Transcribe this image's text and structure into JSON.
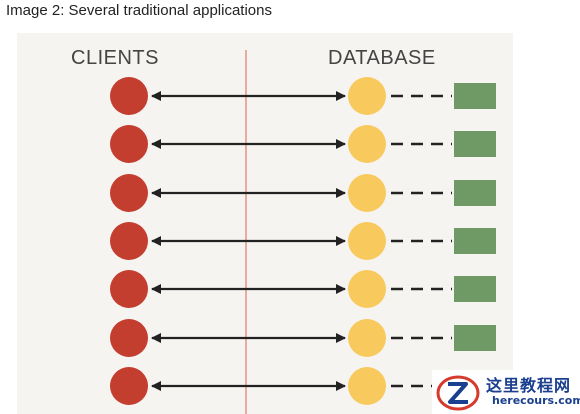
{
  "caption": "Image 2: Several traditional applications",
  "diagram": {
    "left_header": "CLIENTS",
    "right_header": "DATABASE",
    "connection_count": 7,
    "colors": {
      "client": "#c43e2f",
      "database_node": "#f8c95c",
      "storage": "#6f9a66",
      "arrow": "#222222",
      "divider": "#e07a6e",
      "header_text": "#444444"
    },
    "icons": [
      "client-node-icon",
      "database-node-icon",
      "storage-block-icon",
      "bidirectional-arrow-icon",
      "dashed-link-icon"
    ]
  },
  "watermark": {
    "title": "这里教程网",
    "url": "herecours.com"
  }
}
